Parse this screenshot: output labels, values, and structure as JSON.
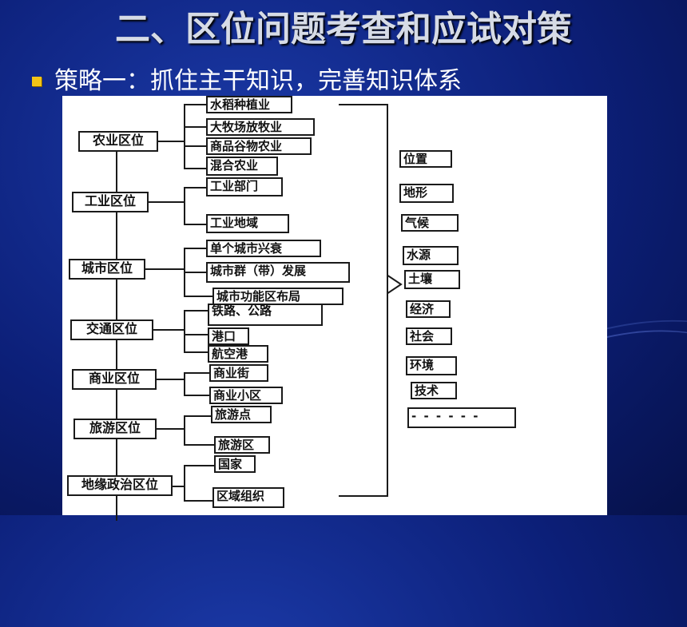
{
  "title": "二、区位问题考查和应试对策",
  "bullet": "策略一：抓住主干知识，完善知识体系",
  "diagram": {
    "main_nodes": [
      "农业区位",
      "工业区位",
      "城市区位",
      "交通区位",
      "商业区位",
      "旅游区位",
      "地缘政治区位"
    ],
    "agriculture": [
      "水稻种植业",
      "大牧场放牧业",
      "商品谷物农业",
      "混合农业"
    ],
    "industry": [
      "工业部门",
      "工业地域"
    ],
    "city": [
      "单个城市兴衰",
      "城市群（带）发展",
      "城市功能区布局"
    ],
    "transport": [
      "铁路、公路",
      "港口",
      "航空港"
    ],
    "commerce": [
      "商业街",
      "商业小区"
    ],
    "tourism": [
      "旅游点",
      "旅游区"
    ],
    "geopolitics": [
      "国家",
      "区域组织"
    ],
    "factors": [
      "位置",
      "地形",
      "气候",
      "水源",
      "土壤",
      "经济",
      "社会",
      "环境",
      "技术",
      "- - - - - -"
    ]
  },
  "colors": {
    "background": "#0c1f78",
    "bullet": "#f3c417",
    "title": "#d6dbe6"
  }
}
